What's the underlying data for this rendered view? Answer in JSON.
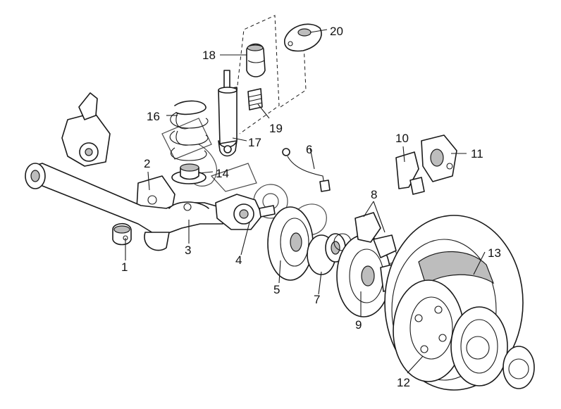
{
  "callouts": [
    "1",
    "2",
    "3",
    "4",
    "5",
    "6",
    "7",
    "8",
    "9",
    "10",
    "11",
    "12",
    "13",
    "14",
    "16",
    "17",
    "18",
    "19",
    "20"
  ],
  "colors": {
    "ink": "#1a1a1a",
    "paper": "#ffffff",
    "shade": "#bdbdbd"
  }
}
